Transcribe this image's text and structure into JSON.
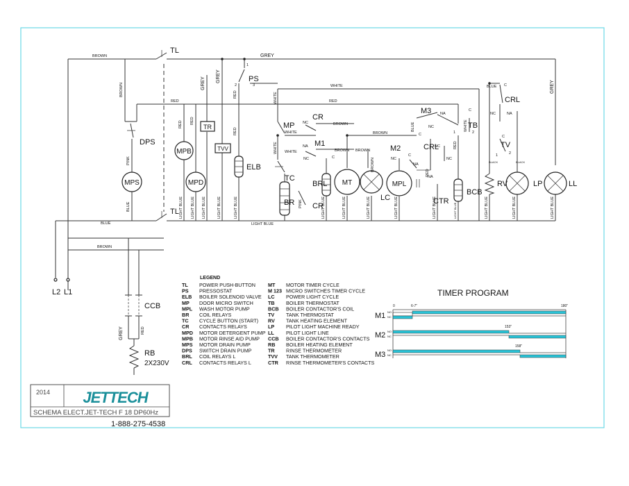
{
  "wires": {
    "brown": "BROWN",
    "grey": "GREY",
    "white": "WHITE",
    "red": "RED",
    "blue": "BLUE",
    "pink": "PINK",
    "light_blue": "LIGHT BLUE",
    "black": "BLACK"
  },
  "contacts": {
    "nc": "NC",
    "na": "NA",
    "c": "C",
    "n1": "1",
    "n2": "2",
    "n3": "3"
  },
  "components": {
    "TL": "TL",
    "PS": "PS",
    "DPS": "DPS",
    "MPS": "MPS",
    "MPB": "MPB",
    "MPD": "MPD",
    "TR": "TR",
    "TVV": "TVV",
    "ELB": "ELB",
    "MP": "MP",
    "CR": "CR",
    "M1": "M1",
    "TC": "TC",
    "BR": "BR",
    "BRL": "BRL",
    "MT": "MT",
    "LC": "LC",
    "M2": "M2",
    "MPL": "MPL",
    "M3": "M3",
    "CRL": "CRL",
    "CTR": "CTR",
    "TB": "TB",
    "BCB": "BCB",
    "TV": "TV",
    "RV": "RV",
    "LP": "LP",
    "LL": "LL",
    "L1": "L1",
    "L2": "L2",
    "CCB": "CCB",
    "RB": "RB",
    "RB_rating": "2X230V"
  },
  "legend": {
    "title": "LEGEND",
    "left": [
      [
        "TL",
        "POWER PUSH-BUTTON"
      ],
      [
        "PS",
        "PRESSOSTAT"
      ],
      [
        "ELB",
        "BOILER SOLENOID VALVE"
      ],
      [
        "MP",
        "DOOR MICRO SWITCH"
      ],
      [
        "MPL",
        "WASH MOTOR PUMP"
      ],
      [
        "BR",
        "COIL RELAYS"
      ],
      [
        "TC",
        "CYCLE BUTTON (START)"
      ],
      [
        "CR",
        "CONTACTS RELAYS"
      ],
      [
        "MPD",
        "MOTOR DETERGENT PUMP"
      ],
      [
        "MPB",
        "MOTOR RINSE AID PUMP"
      ],
      [
        "MPS",
        "MOTOR DRAIN PUMP"
      ],
      [
        "DPS",
        "SWITCH DRAIN PUMP"
      ],
      [
        "BRL",
        "COIL RELAYS L"
      ],
      [
        "CRL",
        "CONTACTS RELAYS L"
      ]
    ],
    "right": [
      [
        "MT",
        "MOTOR TIMER CYCLE"
      ],
      [
        "M 123",
        "MICRO SWITCHES TIMER CYCLE"
      ],
      [
        "LC",
        "POWER LIGHT CYCLE"
      ],
      [
        "TB",
        "BOILER THERMOSTAT"
      ],
      [
        "BCB",
        "BOILER CONTACTOR'S COIL"
      ],
      [
        "TV",
        "TANK THERMOSTAT"
      ],
      [
        "RV",
        "TANK HEATING ELEMENT"
      ],
      [
        "LP",
        "PILOT LIGHT MACHINE READY"
      ],
      [
        "LL",
        "PILOT LIGHT LINE"
      ],
      [
        "CCB",
        "BOILER CONTACTOR'S CONTACTS"
      ],
      [
        "RB",
        "BOILER HEATING ELEMENT"
      ],
      [
        "TR",
        "RINSE THERMOMETER"
      ],
      [
        "TVV",
        "TANK THERMOMETER"
      ],
      [
        "CTR",
        "RINSE THERMOMETER'S CONTACTS"
      ]
    ]
  },
  "timer": {
    "title": "TIMER PROGRAM",
    "axis_start": "0",
    "axis_end": "180\"",
    "mark_m1": "6-7\"",
    "mark_m2": "153\"",
    "mark_m3": "158\"",
    "rows": [
      "M1",
      "M2",
      "M3"
    ],
    "no": "NO",
    "nc": "NC",
    "bar_color": "#29c4d8"
  },
  "title_block": {
    "year": "2014",
    "logo": "JETTECH",
    "schema": "SCHEMA ELECT.JET-TECH F 18 DP60Hz",
    "phone": "1-888-275-4538"
  },
  "colors": {
    "frame": "#6ad9e6",
    "ink": "#222222",
    "logo": "#1a8f9a"
  }
}
